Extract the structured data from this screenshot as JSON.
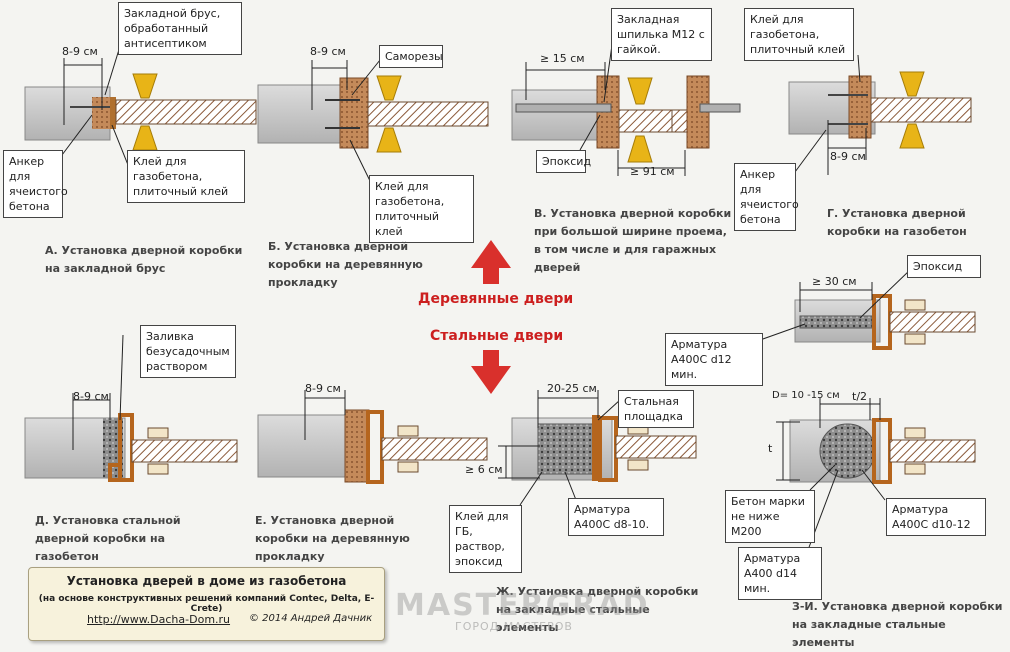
{
  "callouts": {
    "a_bar": "Закладной брус, обработанный антисептиком",
    "a_anchor": "Анкер для ячеистого бетона",
    "a_glue": "Клей для газобетона, плиточный клей",
    "b_screws": "Саморезы",
    "b_glue": "Клей для газобетона, плиточный клей",
    "v_stud": "Закладная шпилька М12 с гайкой.",
    "v_epoxy": "Эпоксид",
    "g_glue": "Клей для газобетона, плиточный клей",
    "g_anchor": "Анкер для ячеистого бетона",
    "d_grout": "Заливка безусадочным раствором",
    "zh_plate": "Стальная площадка",
    "zh_glue": "Клей для ГБ, раствор, эпоксид",
    "zh_rebar": "Арматура А400С d8-10.",
    "zi_epoxy": "Эпоксид",
    "zi_rebar_top": "Арматура А400С d12 мин.",
    "zi_concrete": "Бетон марки не ниже М200",
    "zi_rebar_right": "Арматура А400С d10-12",
    "zi_rebar_bottom": "Арматура А400 d14 мин."
  },
  "dims": {
    "a": "8-9 см",
    "b": "8-9 см",
    "v_top": "≥ 15 см",
    "v_bottom": "≥ 91 см",
    "g": "8-9 см",
    "zi_top": "≥ 30 см",
    "d": "8-9 см",
    "e": "8-9 см",
    "zh_top": "20-25 см",
    "zh_left": "≥ 6 см",
    "zi_d": "D= 10 -15 см",
    "zi_t2": "t/2",
    "zi_t": "t"
  },
  "captions": {
    "a": "А. Установка дверной коробки на закладной брус",
    "b": "Б. Установка дверной коробки на деревянную прокладку",
    "v": "В. Установка дверной коробки при большой ширине проема, в том  числе и для гаражных дверей",
    "g": "Г. Установка дверной коробки на газобетон",
    "d": "Д. Установка стальной дверной коробки на газобетон",
    "e": "Е. Установка дверной коробки на деревянную прокладку",
    "zh": "Ж. Установка дверной коробки на закладные стальные элементы",
    "zi": "З-И. Установка дверной коробки на закладные стальные элементы"
  },
  "sections": {
    "wood": "Деревянные двери",
    "steel": "Стальные двери"
  },
  "footer": {
    "title": "Установка дверей в доме из газобетона",
    "subtitle": "(на основе конструктивных решений компаний Contec, Delta, E-Crete)",
    "url": "http://www.Dacha-Dom.ru",
    "copyright": "© 2014 Андрей Дачник"
  },
  "watermark": {
    "brand": "MASTERGRAD",
    "tagline": "ГОРОД МАСТЕРОВ"
  },
  "colors": {
    "background": "#f4f4f1",
    "wall": "#c8c9c7",
    "frame_brown": "#b5651d",
    "brick": "#c48a5a",
    "arrow_red": "#d9302c",
    "section_red": "#cc1f1f",
    "wedge_yellow": "#e8b417"
  }
}
